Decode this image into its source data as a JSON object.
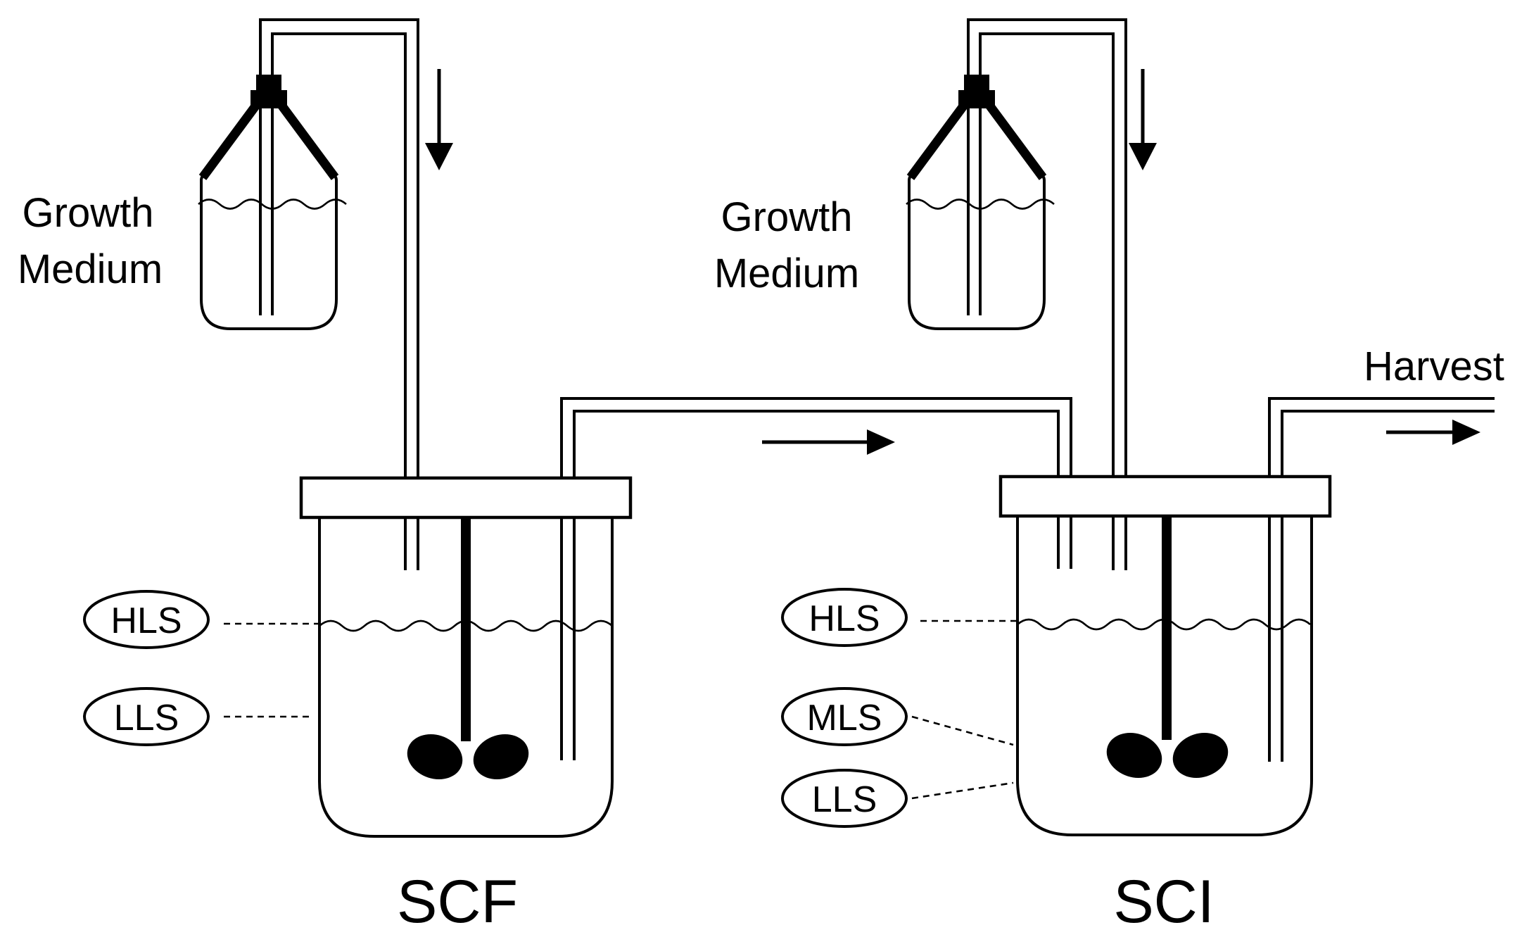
{
  "feeds": [
    {
      "label_lines": [
        "Growth",
        "Medium"
      ]
    },
    {
      "label_lines": [
        "Growth",
        "Medium"
      ]
    }
  ],
  "vessels": [
    {
      "name": "SCF",
      "sensors": [
        "HLS",
        "LLS"
      ]
    },
    {
      "name": "SCI",
      "sensors": [
        "HLS",
        "MLS",
        "LLS"
      ]
    }
  ],
  "outlet": {
    "label": "Harvest"
  }
}
